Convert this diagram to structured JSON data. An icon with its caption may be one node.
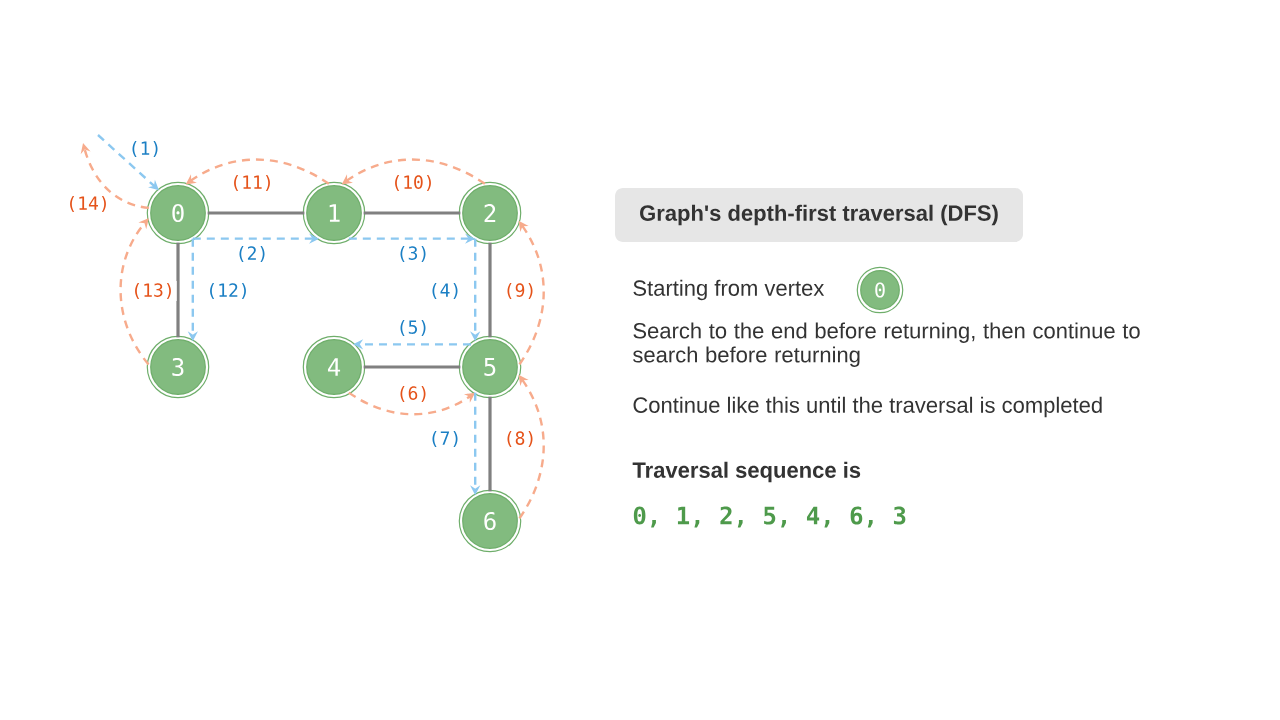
{
  "diagram": {
    "nodes": [
      {
        "text": [
          "0"
        ]
      },
      {
        "text": [
          "1"
        ]
      },
      {
        "text": [
          "2"
        ]
      },
      {
        "text": [
          "3"
        ]
      },
      {
        "text": [
          "4"
        ]
      },
      {
        "text": [
          "5"
        ]
      },
      {
        "text": [
          "6"
        ]
      },
      {
        "text": [
          "Graph's depth-first traversal (DFS)"
        ]
      },
      {
        "text": [
          "0"
        ]
      }
    ],
    "edges": [
      {
        "from": 0,
        "to": 1,
        "arrow": "none",
        "color": "#808080"
      },
      {
        "from": 1,
        "to": 2,
        "arrow": "none",
        "color": "#808080"
      },
      {
        "from": 0,
        "to": 3,
        "arrow": "none",
        "color": "#808080"
      },
      {
        "from": 2,
        "to": 5,
        "arrow": "none",
        "color": "#808080"
      },
      {
        "from": 4,
        "to": 5,
        "arrow": "none",
        "color": "#808080"
      },
      {
        "from": 5,
        "to": 6,
        "arrow": "none",
        "color": "#808080"
      },
      {
        "from": null,
        "to": 0,
        "arrow": "to",
        "label": "(1)",
        "style": "dashed",
        "color": "#8cc8f0"
      },
      {
        "from": 0,
        "to": 1,
        "arrow": "to",
        "label": "(2)",
        "style": "dashed",
        "color": "#8cc8f0"
      },
      {
        "from": 1,
        "to": 2,
        "arrow": "to",
        "label": "(3)",
        "style": "dashed",
        "color": "#8cc8f0"
      },
      {
        "from": 2,
        "to": 5,
        "arrow": "to",
        "label": "(4)",
        "style": "dashed",
        "color": "#8cc8f0"
      },
      {
        "from": 5,
        "to": 4,
        "arrow": "to",
        "label": "(5)",
        "style": "dashed",
        "color": "#8cc8f0"
      },
      {
        "from": 4,
        "to": 5,
        "arrow": "to",
        "label": "(6)",
        "style": "dashed",
        "color": "#f7ab8c"
      },
      {
        "from": 5,
        "to": 6,
        "arrow": "to",
        "label": "(7)",
        "style": "dashed",
        "color": "#8cc8f0"
      },
      {
        "from": 6,
        "to": 5,
        "arrow": "to",
        "label": "(8)",
        "style": "dashed",
        "color": "#f7ab8c"
      },
      {
        "from": 5,
        "to": 2,
        "arrow": "to",
        "label": "(9)",
        "style": "dashed",
        "color": "#f7ab8c"
      },
      {
        "from": 2,
        "to": 1,
        "arrow": "to",
        "label": "(10)",
        "style": "dashed",
        "color": "#f7ab8c"
      },
      {
        "from": 1,
        "to": 0,
        "arrow": "to",
        "label": "(11)",
        "style": "dashed",
        "color": "#f7ab8c"
      },
      {
        "from": 0,
        "to": 3,
        "arrow": "to",
        "label": "(12)",
        "style": "dashed",
        "color": "#8cc8f0"
      },
      {
        "from": 3,
        "to": 0,
        "arrow": "to",
        "label": "(13)",
        "style": "dashed",
        "color": "#f7ab8c"
      },
      {
        "from": 0,
        "to": null,
        "arrow": "to",
        "label": "(14)",
        "style": "dashed",
        "color": "#f7ab8c"
      }
    ],
    "labels": [
      "Starting from vertex",
      "Search to the end before returning, then continue to search before returning",
      "Continue like this until the traversal is completed",
      "Traversal sequence is",
      "0, 1, 2, 5, 4, 6, 3"
    ]
  }
}
